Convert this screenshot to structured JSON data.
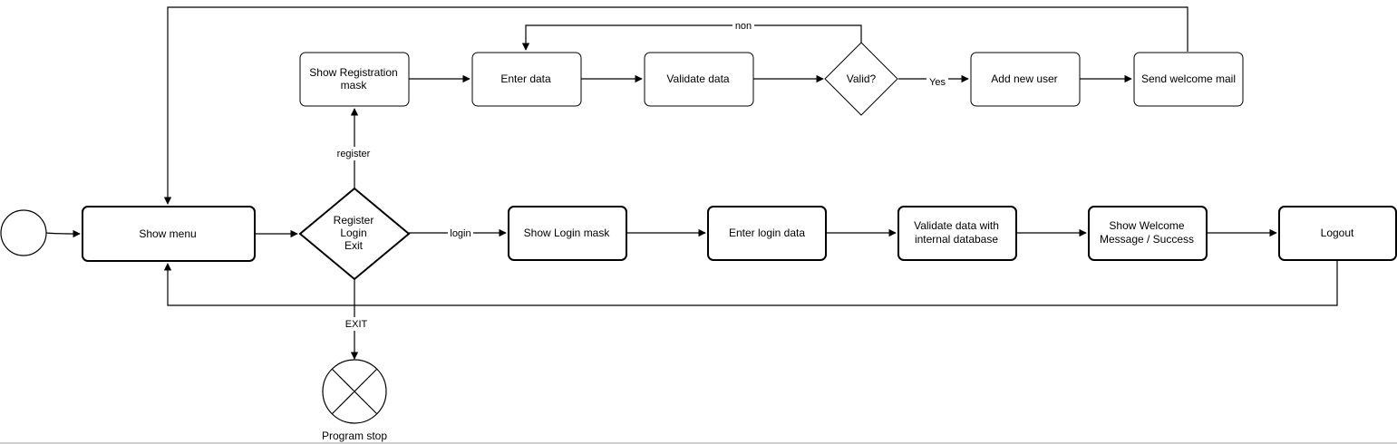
{
  "nodes": {
    "start": "",
    "show_menu": "Show menu",
    "menu_choice": [
      "Register",
      "Login",
      "Exit"
    ],
    "show_registration": [
      "Show Registration",
      "mask"
    ],
    "enter_data": "Enter data",
    "validate_data": "Validate data",
    "valid": "Valid?",
    "add_user": "Add new user",
    "send_mail": "Send welcome mail",
    "show_login": "Show Login mask",
    "enter_login": "Enter login data",
    "validate_db": [
      "Validate data with",
      "internal database"
    ],
    "show_welcome": [
      "Show Welcome",
      "Message / Success"
    ],
    "logout": "Logout",
    "program_stop": "Program stop"
  },
  "edges": {
    "register": "register",
    "login": "login",
    "exit": "EXIT",
    "yes": "Yes",
    "non": "non"
  },
  "colors": {
    "stroke": "#000000",
    "fill": "#ffffff",
    "edge_label_bg": "#ffffff"
  }
}
